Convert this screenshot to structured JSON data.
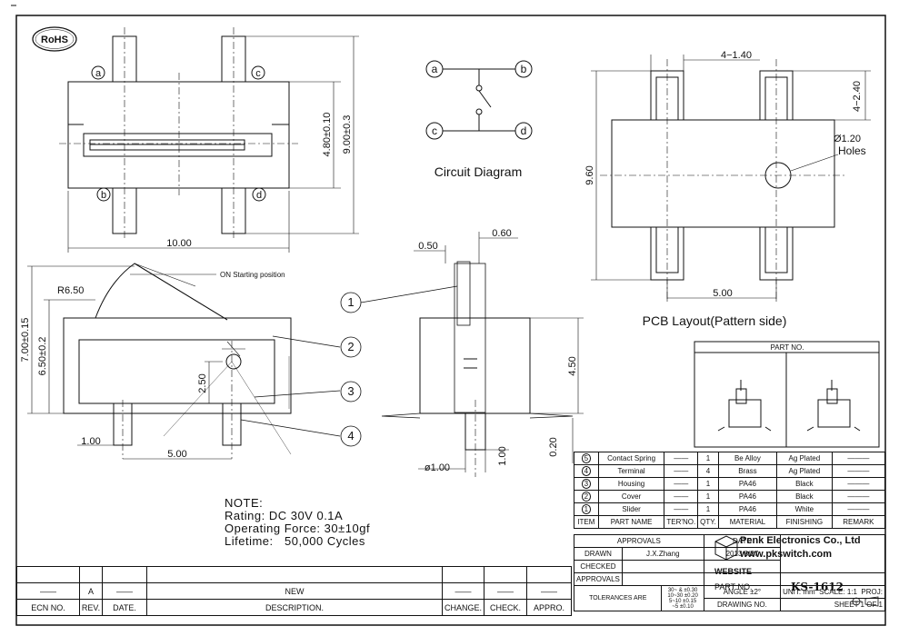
{
  "rohs": "RoHS",
  "top_view": {
    "terminals": [
      "a",
      "c",
      "b",
      "d"
    ],
    "dim_width": "10.00",
    "dim_h_inner": "4.80±0.10",
    "dim_h_outer": "9.00±0.3"
  },
  "circuit": {
    "title": "Circuit Diagram",
    "nodes": [
      "a",
      "b",
      "c",
      "d"
    ]
  },
  "pcb": {
    "title": "PCB Layout(Pattern side)",
    "dim_top": "4−1.40",
    "dim_right": "4−2.40",
    "hole_label_1": "Ø1.20",
    "hole_label_2": "Holes",
    "dim_height": "9.60",
    "dim_pitch": "5.00"
  },
  "side_view": {
    "radius": "R6.50",
    "on_label": "ON Starting position",
    "dim_h1": "7.00±0.15",
    "dim_h2": "6.50±0.2",
    "dim_2_50": "2.50",
    "dim_1_00": "1.00",
    "dim_5_00": "5.00"
  },
  "front_view": {
    "dim_0_50": "0.50",
    "dim_0_60": "0.60",
    "dim_4_50": "4.50",
    "dim_0_20": "0.20",
    "dim_dia": "ø1.00",
    "dim_1_00": "1.00"
  },
  "callouts": [
    "1",
    "2",
    "3",
    "4"
  ],
  "part_no_box": {
    "title": "PART NO."
  },
  "note": {
    "title": "NOTE:",
    "lines": [
      {
        "label": "Rating:",
        "value": "DC 30V 0.1A"
      },
      {
        "label": "Operating Force:",
        "value": "30±10gf"
      },
      {
        "label": "Lifetime:",
        "value": "50,000 Cycles"
      }
    ]
  },
  "bom": {
    "headers": [
      "ITEM",
      "PART NAME",
      "TER'NO.",
      "QTY.",
      "MATERIAL",
      "FINISHING",
      "REMARK"
    ],
    "rows": [
      {
        "item": "5",
        "name": "Contact Spring",
        "ter": "——",
        "qty": "1",
        "material": "Be Alloy",
        "finishing": "Ag Plated",
        "remark": "———"
      },
      {
        "item": "4",
        "name": "Terminal",
        "ter": "——",
        "qty": "4",
        "material": "Brass",
        "finishing": "Ag Plated",
        "remark": "———"
      },
      {
        "item": "3",
        "name": "Housing",
        "ter": "——",
        "qty": "1",
        "material": "PA46",
        "finishing": "Black",
        "remark": "———"
      },
      {
        "item": "2",
        "name": "Cover",
        "ter": "——",
        "qty": "1",
        "material": "PA46",
        "finishing": "Black",
        "remark": "———"
      },
      {
        "item": "1",
        "name": "Slider",
        "ter": "——",
        "qty": "1",
        "material": "PA46",
        "finishing": "White",
        "remark": "———"
      }
    ]
  },
  "title_block": {
    "approvals": "APPROVALS",
    "date": "DATE",
    "drawn": "DRAWN",
    "drawn_by": "J.X.Zhang",
    "drawn_date": "2013/8/27",
    "checked": "CHECKED",
    "approvals2": "APPROVALS",
    "company": "Penk Electronics Co., Ltd",
    "website_url": "www.pkswitch.com",
    "website": "WEBSITE",
    "part_no_label": "PART NO.",
    "part_no": "KS-1612",
    "tolerances": "TOLERANCES ARE",
    "tol_ranges": [
      "30~ & ±0.30",
      "10~30 ±0.20",
      "5~10 ±0.15",
      "~5 ±0.10"
    ],
    "angle": "ANGLE",
    "angle_val": "±2°",
    "unit": "UNIT: mm",
    "scale": "SCALE:",
    "scale_val": "1:1",
    "proj": "PROJ:",
    "drawing_no": "DRAWING NO.",
    "sheet": "SHEET  1 OF 1"
  },
  "ecn": {
    "rev": "A",
    "desc": "NEW",
    "headers": [
      "ECN NO.",
      "REV.",
      "DATE.",
      "DESCRIPTION.",
      "CHANGE.",
      "CHECK.",
      "APPRO."
    ]
  }
}
